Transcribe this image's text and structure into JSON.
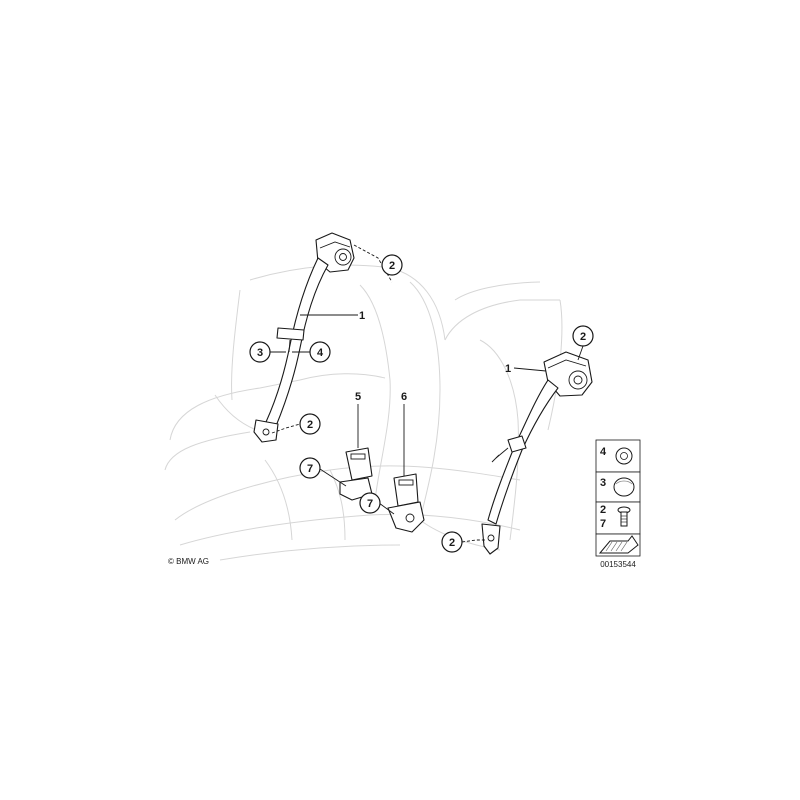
{
  "copyright": "© BMW AG",
  "diagram_id": "00153544",
  "callouts": {
    "left_top_2": "2",
    "left_1": "1",
    "left_3": "3",
    "left_4": "4",
    "left_bottom_2": "2",
    "buckle_5": "5",
    "buckle_6": "6",
    "buckle_left_7": "7",
    "buckle_right_7": "7",
    "right_top_2": "2",
    "right_1": "1",
    "right_bottom_2": "2"
  },
  "legend": {
    "row1": [
      "4"
    ],
    "row2": [
      "3"
    ],
    "row3": [
      "2",
      "7"
    ]
  }
}
